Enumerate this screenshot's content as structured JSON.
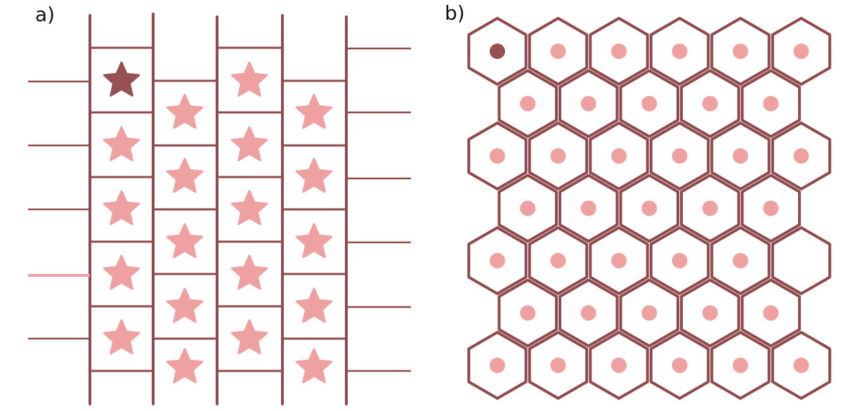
{
  "panels": [
    {
      "id": "a",
      "label": "a)"
    },
    {
      "id": "b",
      "label": "b)"
    }
  ],
  "colors": {
    "outline": "#8e4a4c",
    "marker_light": "#efa0a0",
    "marker_dark": "#975152",
    "background": "#ffffff"
  },
  "panel_a": {
    "description_shape": "staggered rectangular cell columns",
    "columns": 4,
    "markers_per_column": [
      5,
      5,
      5,
      5
    ],
    "highlighted": {
      "column": 0,
      "row": 0
    },
    "marker_icon": "star-icon"
  },
  "panel_b": {
    "description_shape": "hexagonal cell lattice",
    "row_counts": [
      6,
      5,
      6,
      5,
      6,
      5,
      6
    ],
    "empty_cells": [
      {
        "row": 4,
        "col": 5
      }
    ],
    "highlighted": {
      "row": 0,
      "col": 0
    },
    "marker_icon": "dot-icon"
  }
}
